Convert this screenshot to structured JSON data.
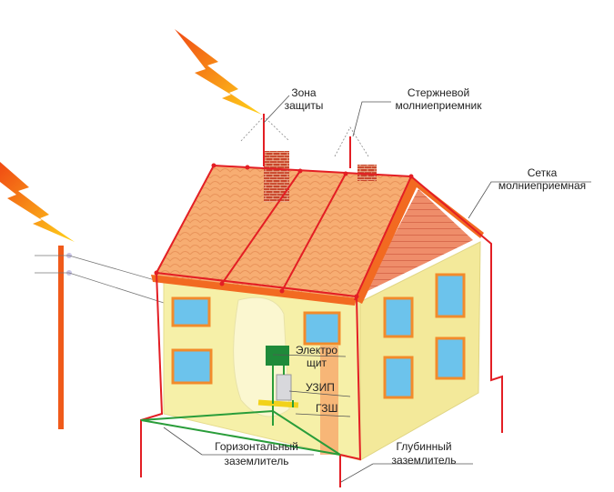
{
  "labels": {
    "zone_1": "Зона",
    "zone_2": "защиты",
    "rod_1": "Стержневой",
    "rod_2": "молниеприемник",
    "mesh_1": "Сетка",
    "mesh_2": "молниеприемная",
    "panel_1": "Электро",
    "panel_2": "щит",
    "spd": "УЗИП",
    "gzsh": "ГЗШ",
    "horiz_1": "Горизонтальный",
    "horiz_2": "заземлитель",
    "deep_1": "Глубинный",
    "deep_2": "заземлитель"
  },
  "colors": {
    "conductor": "#e31e24",
    "ground": "#2a9d3a",
    "roof": "#f7a86a",
    "wall": "#f6f0a8",
    "lightning": "#f28c1a"
  }
}
